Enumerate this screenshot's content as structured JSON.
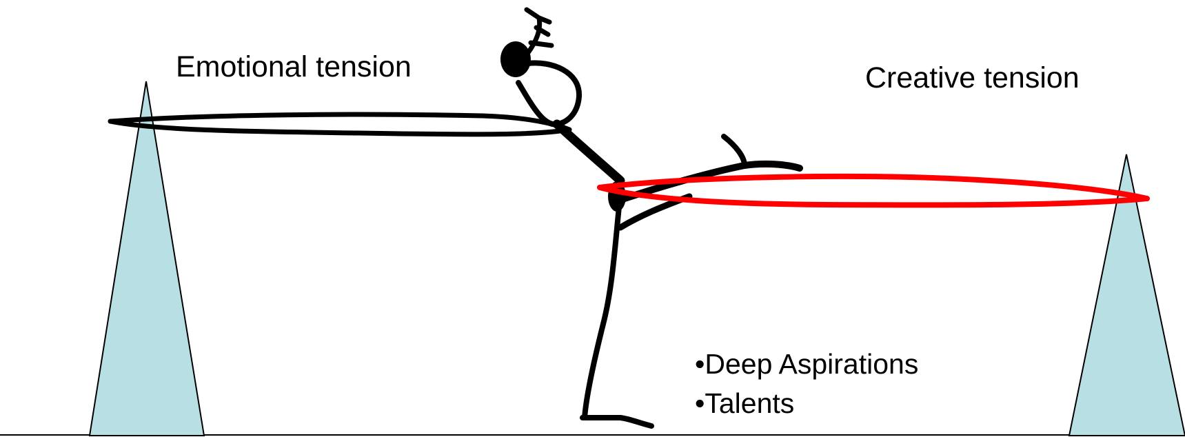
{
  "labels": {
    "emotional_tension": "Emotional tension",
    "creative_tension": "Creative tension"
  },
  "bullets": [
    "•Deep Aspirations",
    "•Talents"
  ],
  "colors": {
    "background": "#ffffff",
    "tower_fill": "#b8dfe3",
    "tower_stroke": "#000000",
    "emotional_band": "#000000",
    "creative_band": "#ff0000",
    "figure": "#000000",
    "ground": "#000000"
  },
  "icons": {
    "figure": "stick-figure-tightrope-icon",
    "left_tower": "left-tower-icon",
    "right_tower": "right-tower-icon"
  }
}
